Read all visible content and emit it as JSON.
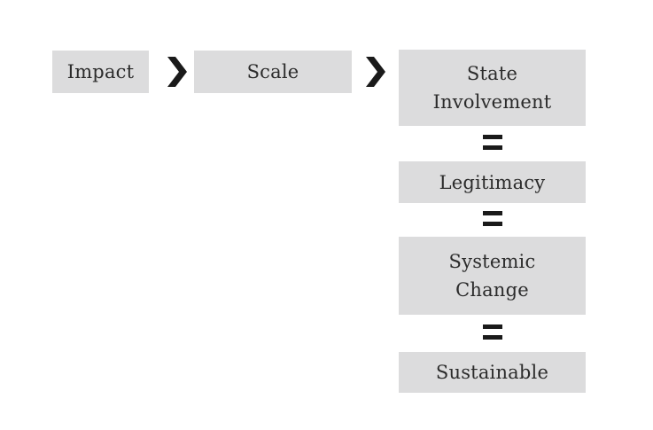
{
  "diagram": {
    "nodes": {
      "impact": "Impact",
      "scale": "Scale",
      "state_involvement": "State\nInvolvement",
      "legitimacy": "Legitimacy",
      "systemic_change": "Systemic\nChange",
      "sustainable": "Sustainable"
    },
    "connectors": {
      "arrow_glyph": "chevron-right-icon",
      "equals_glyph": "equals-icon"
    },
    "colors": {
      "box_fill": "#dcdcdd",
      "text": "#2b2b2b",
      "connector": "#1a1a1a"
    }
  }
}
